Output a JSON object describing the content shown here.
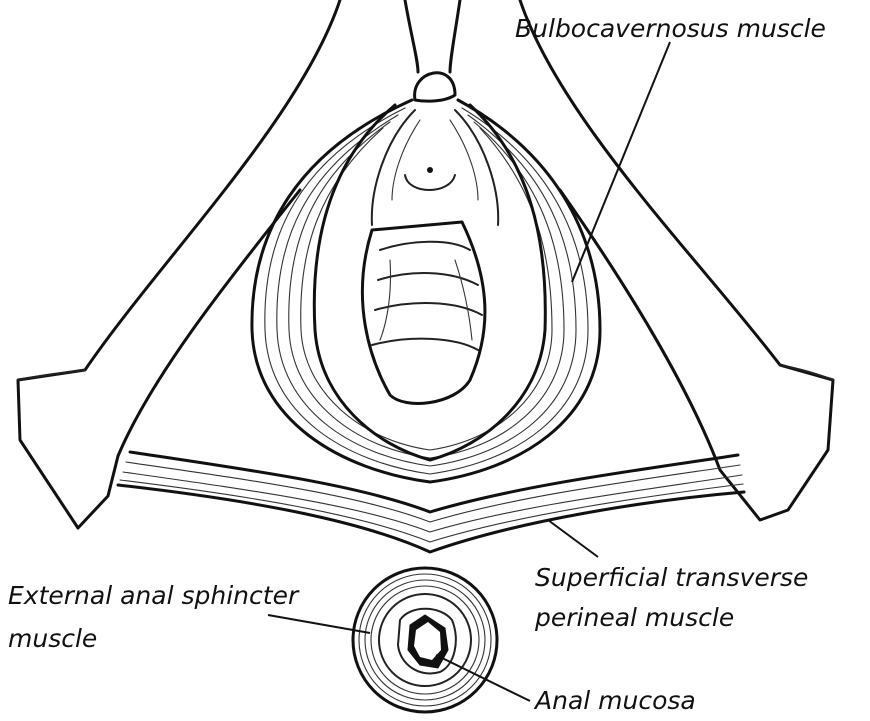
{
  "labels": {
    "bulbocavernosus": "Bulbocavernosus muscle",
    "superficial_line1": "Superficial transverse",
    "superficial_line2": "perineal muscle",
    "external_line1": "External anal sphincter",
    "external_line2": "muscle",
    "anal_mucosa": "Anal mucosa"
  },
  "colors": {
    "ink": "#111111",
    "background": "#ffffff"
  }
}
